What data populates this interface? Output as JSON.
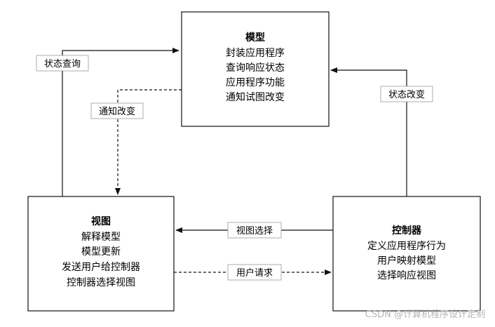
{
  "model": {
    "title": "模型",
    "lines": [
      "封装应用程序",
      "查询响应状态",
      "应用程序功能",
      "通知试图改变"
    ]
  },
  "view": {
    "title": "视图",
    "lines": [
      "解释模型",
      "模型更新",
      "发送用户给控制器",
      "控制器选择视图"
    ]
  },
  "controller": {
    "title": "控制器",
    "lines": [
      "定义应用程序行为",
      "用户映射模型",
      "选择响应视图"
    ]
  },
  "edges": {
    "state_query": "状态查询",
    "notify_change": "通知改变",
    "state_change": "状态改变",
    "view_select": "视图选择",
    "user_request": "用户请求"
  },
  "watermark": "CSDN @计算机程序设计定制"
}
